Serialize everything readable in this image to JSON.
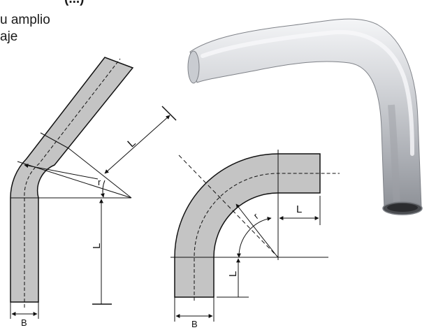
{
  "header": {
    "line1": "(...)",
    "line2": "u amplio",
    "line3": "aje"
  },
  "left_diagram": {
    "label_L_top": "L",
    "label_r": "r",
    "label_L_vertical": "L",
    "label_B": "B"
  },
  "right_diagram": {
    "label_L_horizontal": "L",
    "label_r": "r",
    "label_L_vertical": "L",
    "label_B": "B"
  },
  "colors": {
    "pipe_fill": "#c4c4c4",
    "outline": "#111111",
    "photo_pipe_light": "#e6e7ea",
    "photo_pipe_mid": "#b9bcc1",
    "photo_pipe_dark": "#8a8d93"
  }
}
